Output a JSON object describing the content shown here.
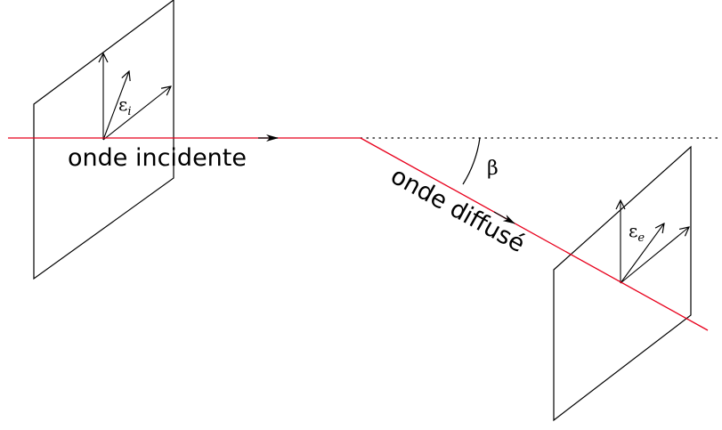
{
  "labels": {
    "incident_wave": "onde incidente",
    "scattered_wave": "onde diffusé",
    "angle": "β",
    "epsilon_incident_symbol": "ε",
    "epsilon_incident_subscript": "i",
    "epsilon_scattered_symbol": "ε",
    "epsilon_scattered_subscript": "e"
  },
  "colors": {
    "beam": "#e8001c",
    "ink": "#000000",
    "background": "#ffffff"
  }
}
